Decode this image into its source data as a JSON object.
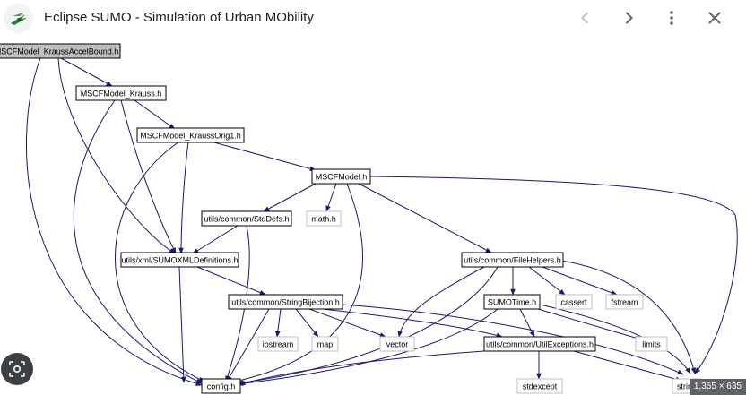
{
  "window": {
    "title": "Eclipse SUMO - Simulation of Urban MObility"
  },
  "app_icon": "sumo-logo-icon",
  "controls": {
    "prev": "chevron-left-icon",
    "next": "chevron-right-icon",
    "more": "more-vert-icon",
    "close": "close-icon"
  },
  "lens_icon": "lens-search-icon",
  "image_dims": "1,355 × 635",
  "colors": {
    "edge": "#191970",
    "highlight_node": "#bfbfbf",
    "title": "#202124",
    "badge": "#5f6368"
  },
  "graph": {
    "nodes": {
      "accelbound": "MSCFModel_KraussAccelBound.h",
      "krauss": "MSCFModel_Krauss.h",
      "kraussorig1": "MSCFModel_KraussOrig1.h",
      "mscfmodel": "MSCFModel.h",
      "stddefs": "utils/common/StdDefs.h",
      "math": "math.h",
      "sumoxml": "utils/xml/SUMOXMLDefinitions.h",
      "filehelpers": "utils/common/FileHelpers.h",
      "stringbij": "utils/common/StringBijection.h",
      "sumotime": "SUMOTime.h",
      "cassert": "cassert",
      "fstream": "fstream",
      "iostream": "iostream",
      "map": "map",
      "vector": "vector",
      "utilexc": "utils/common/UtilExceptions.h",
      "limits": "limits",
      "config": "config.h",
      "stdexcept": "stdexcept",
      "string": "string"
    }
  }
}
